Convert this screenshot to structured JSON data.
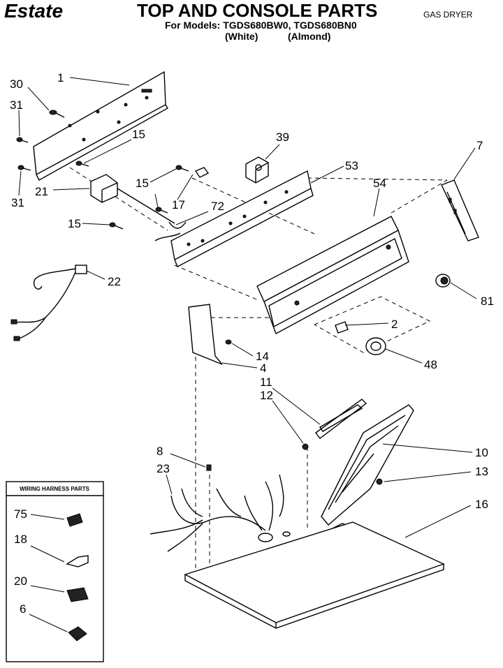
{
  "header": {
    "brand": "Estate",
    "title": "TOP AND CONSOLE PARTS",
    "models_line": "For Models: TGDS680BW0, TGDS680BN0",
    "color_white": "(White)",
    "color_almond": "(Almond)",
    "dryer_type": "GAS DRYER"
  },
  "harness_box": {
    "title": "WIRING HARNESS PARTS"
  },
  "callouts": {
    "c1": "1",
    "c30": "30",
    "c31a": "31",
    "c31b": "31",
    "c15a": "15",
    "c15b": "15",
    "c15c": "15",
    "c21": "21",
    "c17": "17",
    "c72": "72",
    "c39": "39",
    "c53": "53",
    "c54": "54",
    "c7": "7",
    "c22": "22",
    "c81": "81",
    "c2": "2",
    "c48": "48",
    "c14": "14",
    "c4": "4",
    "c11": "11",
    "c12": "12",
    "c10": "10",
    "c13": "13",
    "c8": "8",
    "c23": "23",
    "c16": "16",
    "c75": "75",
    "c18": "18",
    "c20": "20",
    "c6": "6"
  }
}
